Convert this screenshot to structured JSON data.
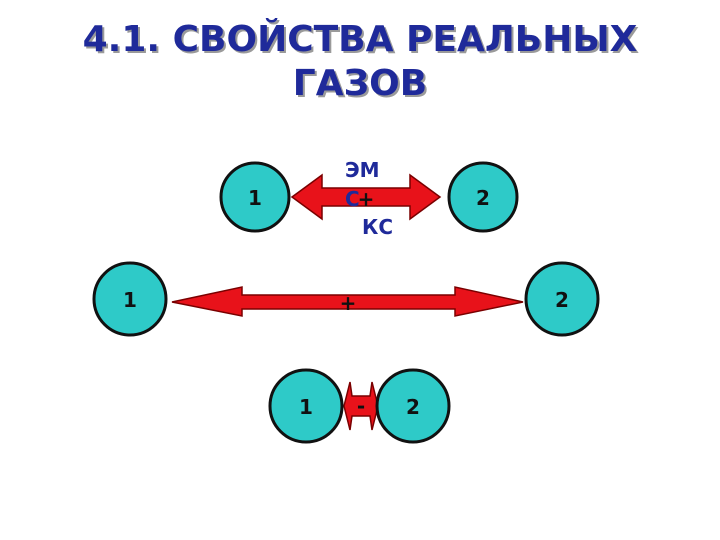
{
  "slide": {
    "title_line1": "4.1. СВОЙСТВА РЕАЛЬНЫХ",
    "title_line2": "ГАЗОВ"
  },
  "rows": [
    {
      "left": "1",
      "right": "2",
      "sign": "+",
      "labels": [
        "ЭМ",
        "С",
        "КС"
      ]
    },
    {
      "left": "1",
      "right": "2",
      "sign": "+"
    },
    {
      "left": "1",
      "right": "2",
      "sign": "-"
    }
  ],
  "colors": {
    "ball": "#2ecac8",
    "arrow": "#e8121a",
    "title": "#1f2a9a"
  }
}
